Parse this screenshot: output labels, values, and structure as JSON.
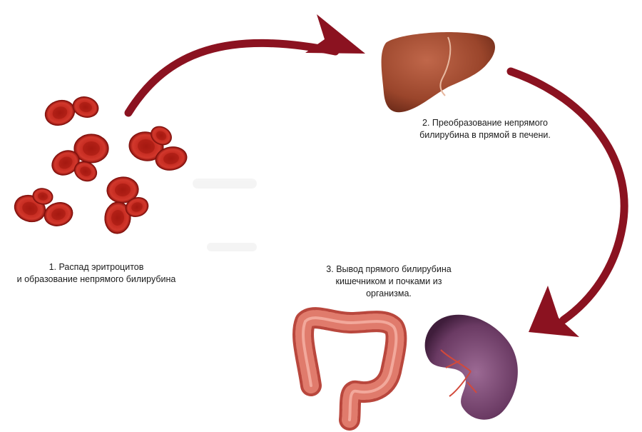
{
  "steps": [
    {
      "lines": [
        "1. Распад эритроцитов",
        "и образование непрямого билирубина"
      ],
      "icon": "red-blood-cells-icon"
    },
    {
      "lines": [
        "2. Преобразование непрямого",
        "билирубина в прямой в печени."
      ],
      "icon": "liver-icon"
    },
    {
      "lines": [
        "3. Вывод прямого билирубина",
        "кишечником и почками из",
        "организма."
      ],
      "icon": "intestine-and-kidney-icon"
    }
  ],
  "colors": {
    "arrow": "#8b1220",
    "cell_fill": "#c9281e",
    "cell_center": "#a81a14",
    "liver": "#a04a2e",
    "intestine": "#d8665a",
    "kidney": "#6a3a63"
  }
}
